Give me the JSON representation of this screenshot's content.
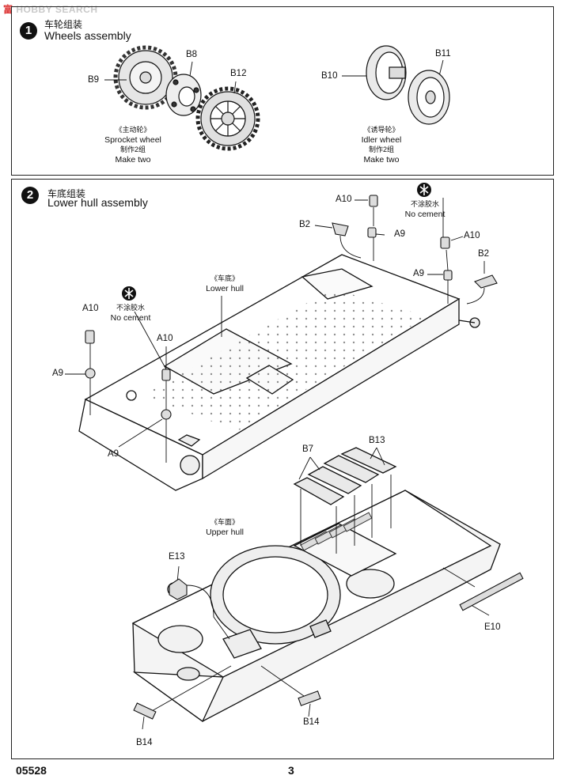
{
  "watermark": {
    "logo_cn": "富",
    "logo_text": "HOBBY SEARCH"
  },
  "step1": {
    "number": "1",
    "title_cn": "车轮组装",
    "title_en": "Wheels assembly",
    "labels": {
      "b9": "B9",
      "b8": "B8",
      "b12": "B12",
      "b10": "B10",
      "b11": "B11"
    },
    "sprocket": {
      "cn": "《主动轮》",
      "en": "Sprocket wheel",
      "make_cn": "制作2组",
      "make_en": "Make two"
    },
    "idler": {
      "cn": "《诱导轮》",
      "en": "Idler wheel",
      "make_cn": "制作2组",
      "make_en": "Make two"
    }
  },
  "step2": {
    "number": "2",
    "title_cn": "车底组装",
    "title_en": "Lower hull assembly",
    "labels": {
      "a10_top": "A10",
      "b2_left": "B2",
      "a9_top": "A9",
      "a10_right": "A10",
      "b2_right": "B2",
      "a9_right": "A9",
      "a10_left": "A10",
      "a9_left": "A9",
      "a10_mid": "A10",
      "a9_bottom": "A9",
      "b7": "B7",
      "b13": "B13",
      "e13": "E13",
      "e10": "E10",
      "b14_right": "B14",
      "b14_left": "B14"
    },
    "no_cement_right": {
      "cn": "不涂胶水",
      "en": "No cement"
    },
    "no_cement_left": {
      "cn": "不涂胶水",
      "en": "No cement"
    },
    "lower_hull": {
      "cn": "《车底》",
      "en": "Lower hull"
    },
    "upper_hull": {
      "cn": "《车面》",
      "en": "Upper hull"
    }
  },
  "footer": {
    "code": "05528",
    "page": "3"
  }
}
